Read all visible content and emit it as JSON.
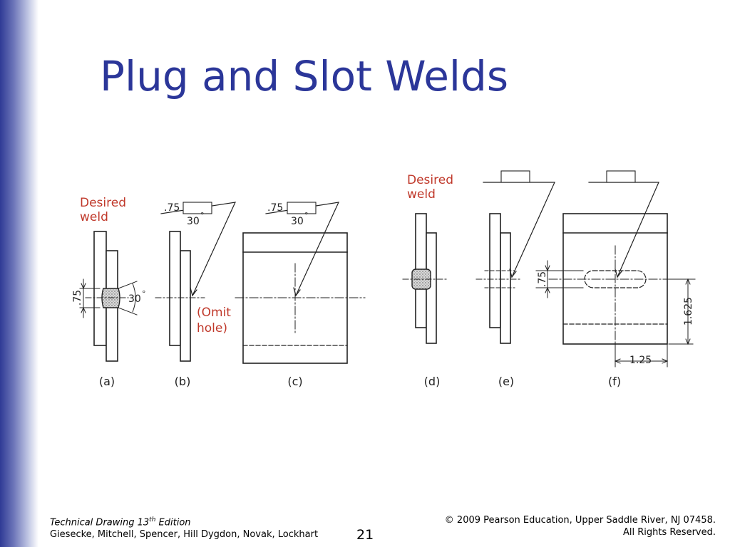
{
  "slide": {
    "title": "Plug and Slot Welds",
    "page_number": "21"
  },
  "footer": {
    "book_title": "Technical Drawing  13",
    "edition_sup": "th",
    "edition_word": " Edition",
    "authors": "Giesecke, Mitchell, Spencer, Hill Dygdon, Novak, Lockhart",
    "copyright": "© 2009 Pearson Education, Upper Saddle River, NJ 07458.",
    "rights": "All Rights Reserved."
  },
  "figure": {
    "desired_weld_line1": "Desired",
    "desired_weld_line2": "weld",
    "omit_hole_line1": "(Omit",
    "omit_hole_line2": "hole)",
    "dim_075": ".75",
    "angle_30": "30",
    "degree": "°",
    "dim_1625": "1.625",
    "dim_125": "1.25",
    "captions": [
      "(a)",
      "(b)",
      "(c)",
      "(d)",
      "(e)",
      "(f)"
    ]
  },
  "colors": {
    "title": "#2b3699",
    "annotation": "#c0392b",
    "line": "#222222"
  }
}
